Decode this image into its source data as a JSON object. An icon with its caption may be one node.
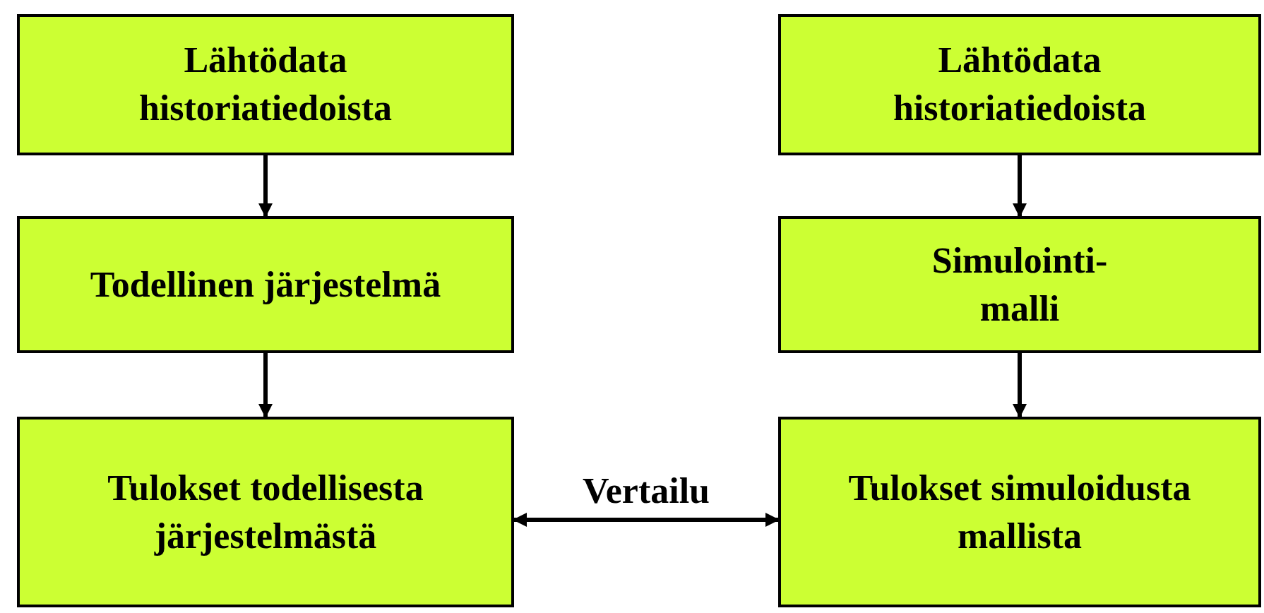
{
  "diagram": {
    "nodes": [
      {
        "text": [
          "Lähtödata historiatiedoista"
        ]
      },
      {
        "text": [
          "Lähtödata historiatiedoista"
        ]
      },
      {
        "text": [
          "Todellinen järjestelmä"
        ]
      },
      {
        "text": [
          "Simulointi- malli"
        ]
      },
      {
        "text": [
          "Tulokset todellisesta järjestelmästä"
        ]
      },
      {
        "text": [
          "Tulokset simuloidusta mallista"
        ]
      }
    ],
    "edges": [
      {
        "from": 0,
        "to": 2,
        "arrow": "to"
      },
      {
        "from": 1,
        "to": 3,
        "arrow": "to"
      },
      {
        "from": 2,
        "to": 4,
        "arrow": "to"
      },
      {
        "from": 3,
        "to": 5,
        "arrow": "to"
      },
      {
        "from": 4,
        "to": 5,
        "arrow": "both",
        "label": "Vertailu"
      }
    ]
  }
}
